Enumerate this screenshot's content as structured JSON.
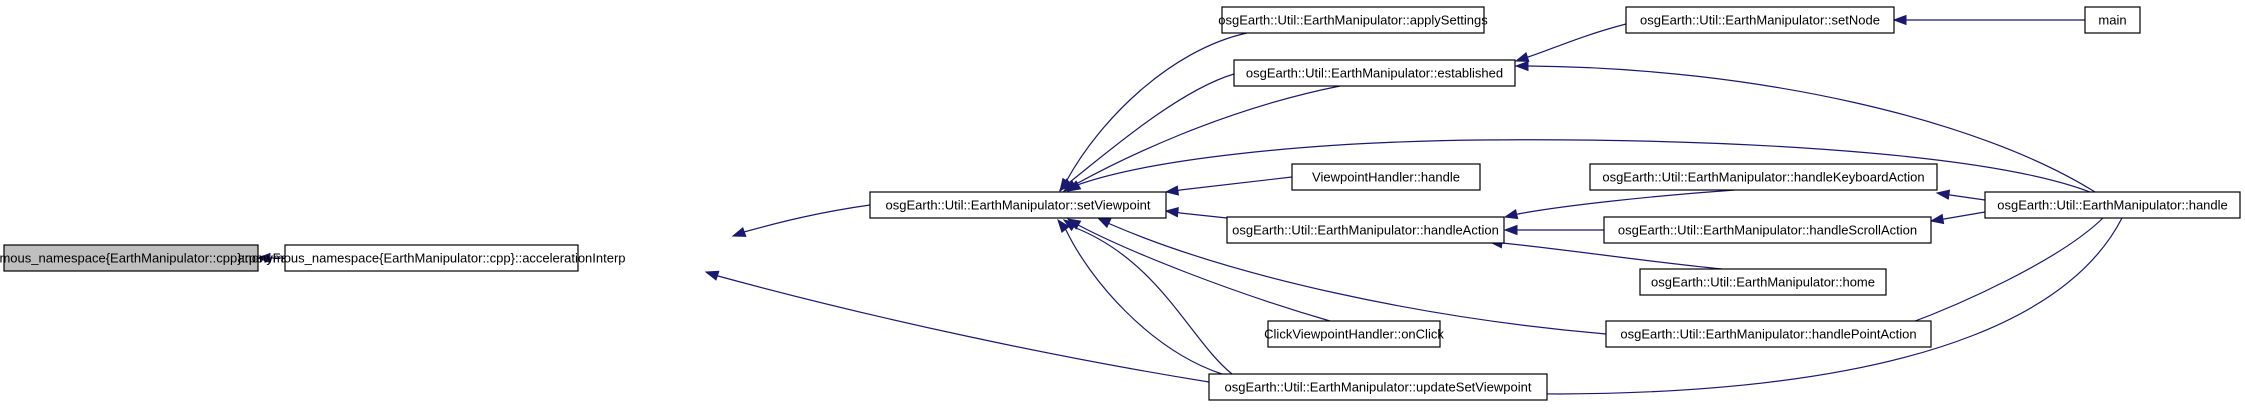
{
  "diagram": {
    "type": "call-graph",
    "colors": {
      "edge": "#191970",
      "node_border": "#000000",
      "root_fill": "#bfbfbf",
      "node_fill": "#ffffff"
    },
    "nodes": [
      {
        "id": "powFast",
        "label": "anonymous_namespace{EarthManipulator::cpp}::powFast",
        "root": true
      },
      {
        "id": "accelInterp",
        "label": "anonymous_namespace{EarthManipulator::cpp}::accelerationInterp"
      },
      {
        "id": "setViewpoint",
        "label": "osgEarth::Util::EarthManipulator::setViewpoint"
      },
      {
        "id": "applySettings",
        "label": "osgEarth::Util::EarthManipulator::applySettings"
      },
      {
        "id": "established",
        "label": "osgEarth::Util::EarthManipulator::established"
      },
      {
        "id": "vpHandle",
        "label": "ViewpointHandler::handle"
      },
      {
        "id": "handleAction",
        "label": "osgEarth::Util::EarthManipulator::handleAction"
      },
      {
        "id": "onClick",
        "label": "ClickViewpointHandler::onClick"
      },
      {
        "id": "updateSetViewpoint",
        "label": "osgEarth::Util::EarthManipulator::updateSetViewpoint"
      },
      {
        "id": "setNode",
        "label": "osgEarth::Util::EarthManipulator::setNode"
      },
      {
        "id": "handleKeyboard",
        "label": "osgEarth::Util::EarthManipulator::handleKeyboardAction"
      },
      {
        "id": "handleScroll",
        "label": "osgEarth::Util::EarthManipulator::handleScrollAction"
      },
      {
        "id": "home",
        "label": "osgEarth::Util::EarthManipulator::home"
      },
      {
        "id": "handlePoint",
        "label": "osgEarth::Util::EarthManipulator::handlePointAction"
      },
      {
        "id": "main",
        "label": "main"
      },
      {
        "id": "handle",
        "label": "osgEarth::Util::EarthManipulator::handle"
      }
    ],
    "edges": [
      {
        "from": "accelInterp",
        "to": "powFast"
      },
      {
        "from": "setViewpoint",
        "to": "accelInterp"
      },
      {
        "from": "updateSetViewpoint",
        "to": "accelInterp"
      },
      {
        "from": "applySettings",
        "to": "setViewpoint"
      },
      {
        "from": "established",
        "to": "setViewpoint"
      },
      {
        "from": "established",
        "to": "setViewpoint"
      },
      {
        "from": "handle",
        "to": "setViewpoint"
      },
      {
        "from": "vpHandle",
        "to": "setViewpoint"
      },
      {
        "from": "handleAction",
        "to": "setViewpoint"
      },
      {
        "from": "handlePoint",
        "to": "setViewpoint"
      },
      {
        "from": "onClick",
        "to": "setViewpoint"
      },
      {
        "from": "updateSetViewpoint",
        "to": "setViewpoint"
      },
      {
        "from": "updateSetViewpoint",
        "to": "setViewpoint"
      },
      {
        "from": "setNode",
        "to": "established"
      },
      {
        "from": "handle",
        "to": "established"
      },
      {
        "from": "handleKeyboard",
        "to": "handleAction"
      },
      {
        "from": "handleScroll",
        "to": "handleAction"
      },
      {
        "from": "home",
        "to": "handleAction"
      },
      {
        "from": "main",
        "to": "setNode"
      },
      {
        "from": "handle",
        "to": "handleKeyboard"
      },
      {
        "from": "handle",
        "to": "handleScroll"
      },
      {
        "from": "handle",
        "to": "handlePoint"
      },
      {
        "from": "handle",
        "to": "updateSetViewpoint"
      }
    ]
  }
}
